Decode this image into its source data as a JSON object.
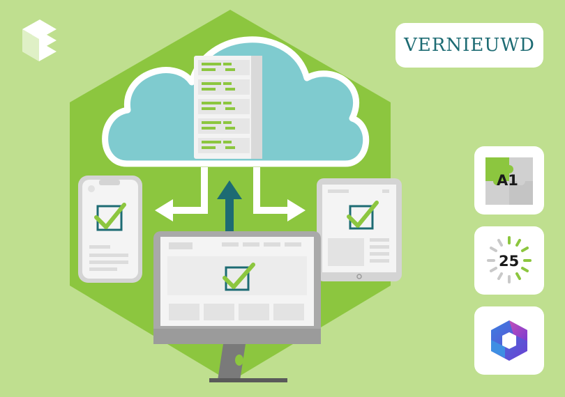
{
  "badge": {
    "label": "VERNIEUWD"
  },
  "tiles": [
    {
      "label": "A1",
      "icon": "puzzle-icon"
    },
    {
      "label": "25",
      "icon": "countdown-timer-icon"
    },
    {
      "icon": "microsoft-365-icon"
    }
  ],
  "illustration": {
    "logo_icon": "brand-logo-icon",
    "cloud_icon": "cloud-icon",
    "server_icon": "server-rack-icon",
    "devices": [
      "phone-icon",
      "desktop-monitor-icon",
      "tablet-icon"
    ]
  },
  "colors": {
    "background": "#bfdf8f",
    "hexagon": "#8cc63f",
    "cloud": "#7fcbcf",
    "accent": "#1d6b73",
    "check": "#8cc63f"
  }
}
